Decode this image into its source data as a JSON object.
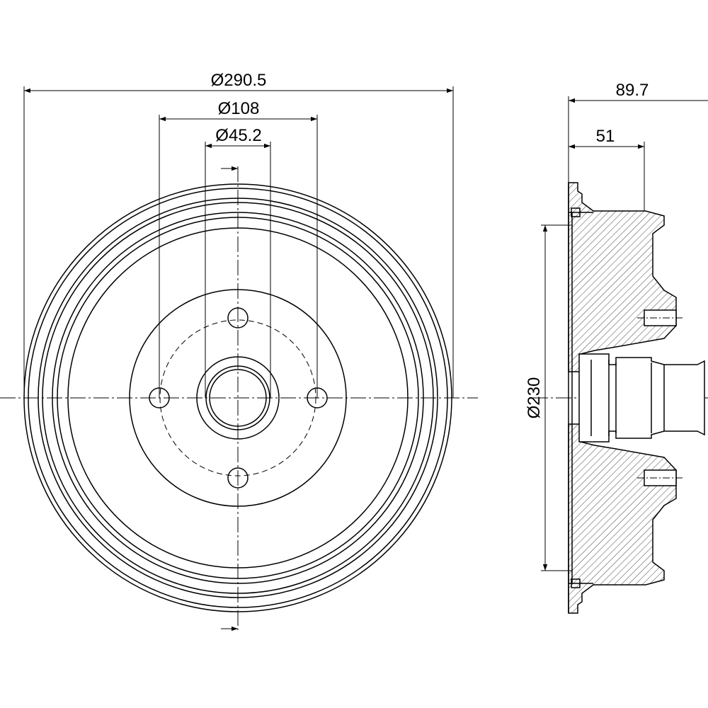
{
  "drawing": {
    "ink_color": "#000000",
    "background_color": "#ffffff",
    "front_view": {
      "dimensions": {
        "outer_diameter": "Ø290.5",
        "bolt_circle_diameter": "Ø108",
        "center_bore_diameter": "Ø45.2"
      }
    },
    "side_view": {
      "dimensions": {
        "overall_height": "89.7",
        "hub_height": "51",
        "inner_diameter": "Ø230"
      }
    }
  }
}
